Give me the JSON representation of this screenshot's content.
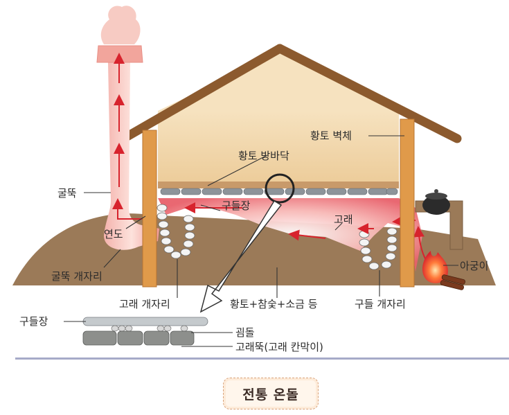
{
  "labels": {
    "chimney": "굴뚝",
    "flue": "연도",
    "chimney_pit": "굴뚝 개자리",
    "gorae_pit": "고래 개자리",
    "clay_floor": "황토 방바닥",
    "clay_wall": "황토 벽체",
    "gudeuljang_top": "구들장",
    "gorae": "고래",
    "fire_pit": "아궁이",
    "gudeul_pit": "구들 개자리",
    "fill_material": "황토+참숯+소금 등",
    "gudeuljang_detail": "구들장",
    "gwimdol": "굄돌",
    "goraeddeuk": "고래뚝(고래 칸막이)"
  },
  "caption": "전통 온돌",
  "colors": {
    "earth": "#9b7a58",
    "wall": "#f3dcb3",
    "roof_beam": "#8c5a2e",
    "post": "#e09a4a",
    "heat": "#e8606a",
    "arrow": "#d7232d"
  }
}
